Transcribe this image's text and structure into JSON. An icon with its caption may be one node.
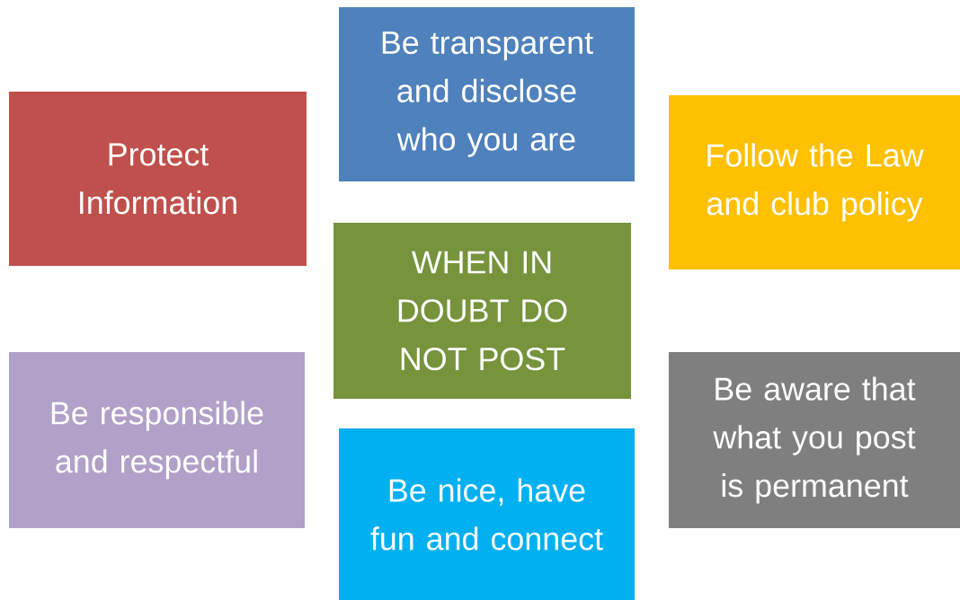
{
  "diagram": {
    "nodes": [
      {
        "text": [
          "Be transparent and disclose who you are"
        ]
      },
      {
        "text": [
          "Protect Information"
        ]
      },
      {
        "text": [
          "Follow the Law and club policy"
        ]
      },
      {
        "text": [
          "WHEN IN DOUBT DO NOT POST"
        ]
      },
      {
        "text": [
          "Be responsible and respectful"
        ]
      },
      {
        "text": [
          "Be aware that what you post is permanent"
        ]
      },
      {
        "text": [
          "Be nice, have fun and connect"
        ]
      }
    ]
  }
}
